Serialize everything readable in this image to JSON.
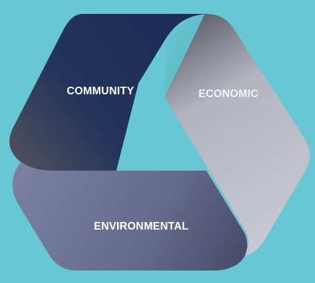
{
  "colors": {
    "background": "#67c8d3",
    "community": [
      "#1a2c57",
      "#3a4660"
    ],
    "economic": [
      "#6f6f78",
      "#c5c5d0"
    ],
    "environmental": [
      "#6a6e90",
      "#4c4e6c"
    ],
    "label_light": "#ffffff",
    "label_economic": "#f2f2f6"
  },
  "segments": [
    {
      "id": "community",
      "label": "COMMUNITY"
    },
    {
      "id": "economic",
      "label": "ECONOMIC"
    },
    {
      "id": "environmental",
      "label": "ENVIRONMENTAL"
    }
  ]
}
